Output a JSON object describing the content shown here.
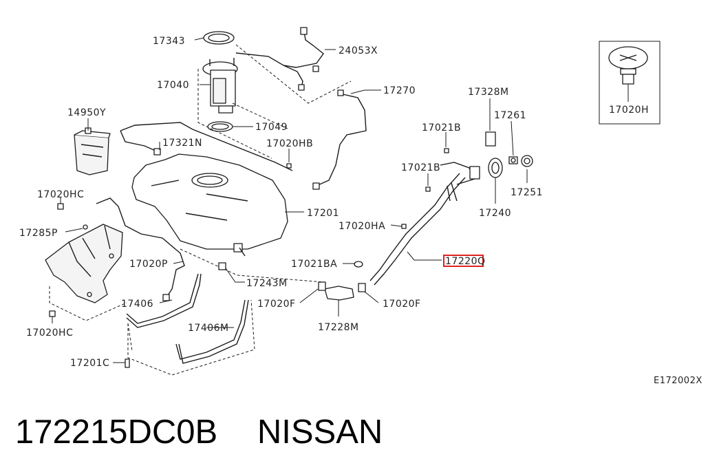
{
  "diagram": {
    "labels": {
      "p17343": "17343",
      "p24053x": "24053X",
      "p17040": "17040",
      "p17270": "17270",
      "p14950y": "14950Y",
      "p17049": "17049",
      "p17321n": "17321N",
      "p17020hb": "17020HB",
      "p17328m": "17328M",
      "p17261": "17261",
      "p17021b_top": "17021B",
      "p17021b_mid": "17021B",
      "p17251": "17251",
      "p17240": "17240",
      "p17201": "17201",
      "p17020hc_top": "17020HC",
      "p17285p": "17285P",
      "p17020ha": "17020HA",
      "p17220q": "17220Q",
      "p17020p": "17020P",
      "p17021ba": "17021BA",
      "p17243m": "17243M",
      "p17406": "17406",
      "p17020f_left": "17020F",
      "p17020f_right": "17020F",
      "p17228m": "17228M",
      "p17406m": "17406M",
      "p17020hc_bottom": "17020HC",
      "p17201c": "17201C",
      "p17020h": "17020H",
      "diagram_code": "E172002X"
    },
    "highlighted_part": "17220Q",
    "highlight_color": "#e02020"
  },
  "footer": {
    "part_number": "172215DC0B",
    "brand": "NISSAN"
  }
}
